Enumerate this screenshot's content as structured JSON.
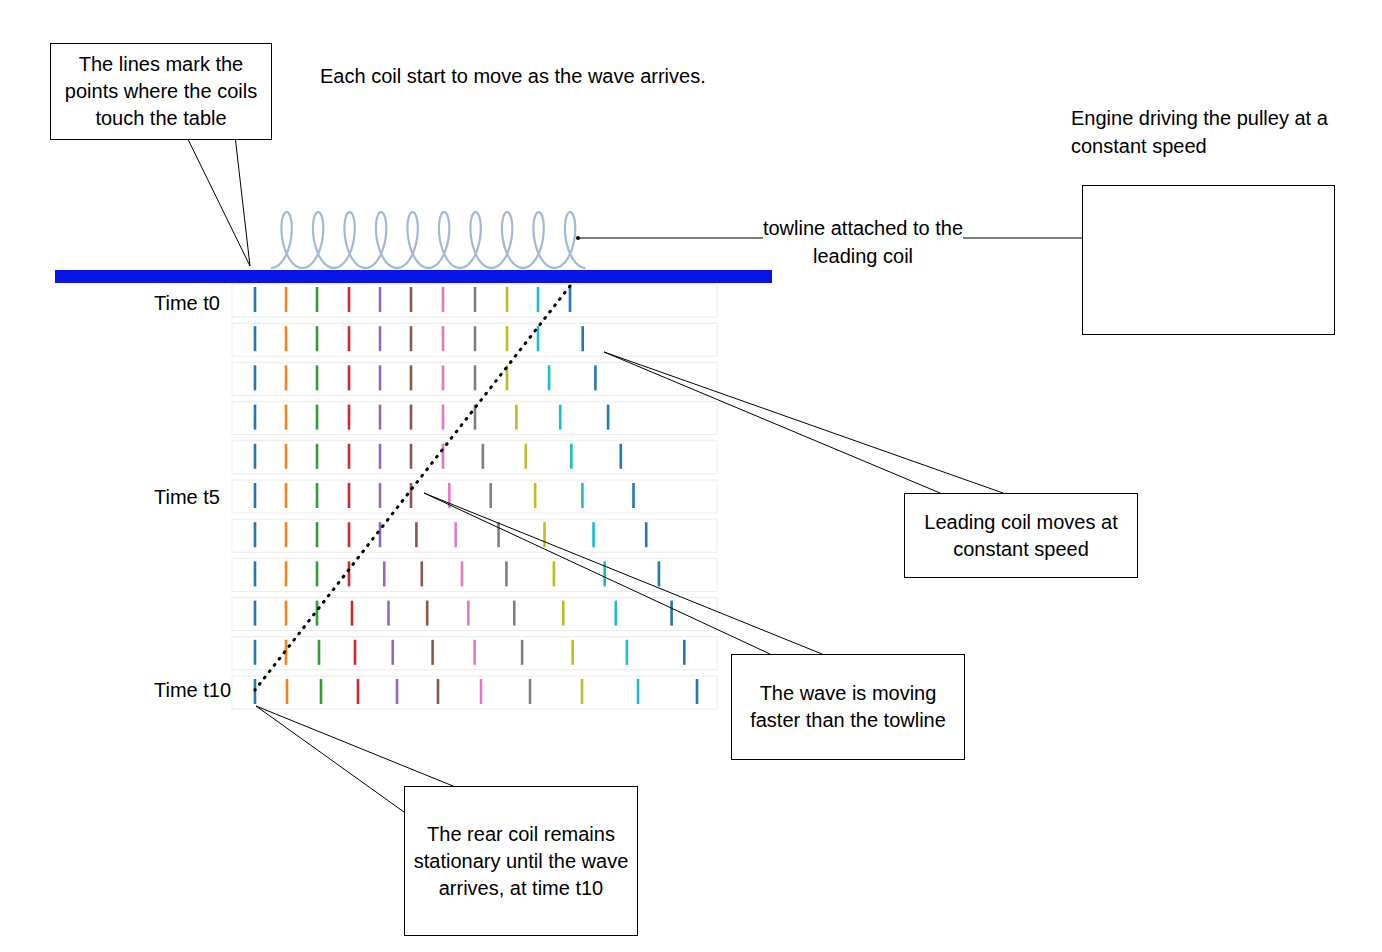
{
  "diagram": {
    "nodes": [
      {
        "text": [
          "The lines mark the points where the coils touch the table"
        ]
      },
      {
        "text": [
          "Engine driving the pulley at a constant speed"
        ]
      },
      {
        "text": [
          "Leading coil moves at constant speed"
        ]
      },
      {
        "text": [
          "The wave is moving faster than the towline"
        ]
      },
      {
        "text": [
          "The rear coil remains stationary until the wave arrives, at time t10"
        ]
      }
    ],
    "labels": [
      "Each coil start to move as the wave arrives.",
      "towline attached to the leading coil",
      "Time t0",
      "Time t5",
      "Time t10"
    ]
  }
}
